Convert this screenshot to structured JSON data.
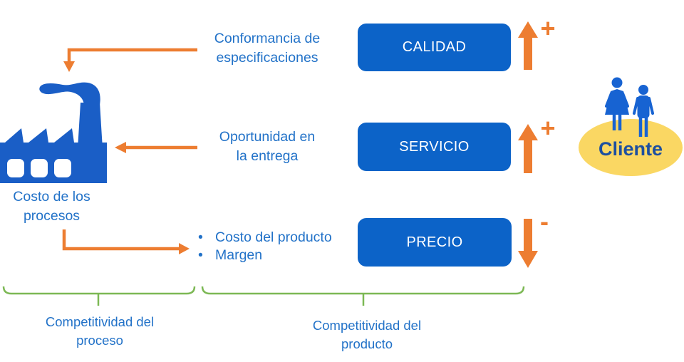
{
  "colors": {
    "box_blue": "#0C63C8",
    "icon_blue": "#1A5EC6",
    "person_blue": "#1763D2",
    "label_blue": "#2272C8",
    "client_text_blue": "#1D4FA0",
    "orange": "#ED7D31",
    "green": "#7CB854",
    "yellow": "#FAD763"
  },
  "factory": {
    "label": "Costo de los\nprocesos",
    "icon": "factory-icon"
  },
  "factors": {
    "quality": "Conformancia de\nespecificaciones",
    "service": "Oportunidad en\nla entrega",
    "price_bullets": [
      "Costo del producto",
      "Margen"
    ]
  },
  "boxes": {
    "quality": "CALIDAD",
    "service": "SERVICIO",
    "price": "PRECIO"
  },
  "signs": {
    "quality": "+",
    "service": "+",
    "price": "-"
  },
  "client": {
    "label": "Cliente",
    "icons": [
      "woman-icon",
      "man-icon"
    ]
  },
  "braces": {
    "process": "Competitividad del\nproceso",
    "product": "Competitividad del\nproducto"
  }
}
